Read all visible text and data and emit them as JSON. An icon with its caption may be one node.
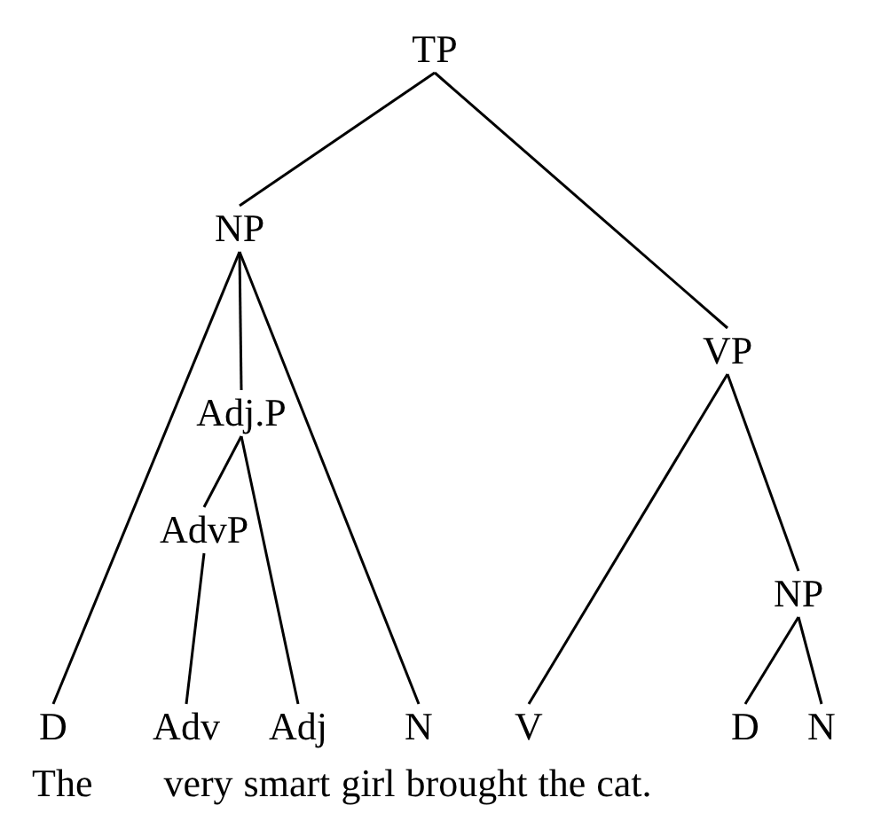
{
  "diagram": {
    "nodes": [
      {
        "text": [
          "TP"
        ]
      },
      {
        "text": [
          "NP"
        ]
      },
      {
        "text": [
          "VP"
        ]
      },
      {
        "text": [
          "Adj.P"
        ]
      },
      {
        "text": [
          "AdvP"
        ]
      },
      {
        "text": [
          "NP"
        ]
      },
      {
        "text": [
          "D"
        ]
      },
      {
        "text": [
          "Adv"
        ]
      },
      {
        "text": [
          "Adj"
        ]
      },
      {
        "text": [
          "N"
        ]
      },
      {
        "text": [
          "V"
        ]
      },
      {
        "text": [
          "D"
        ]
      },
      {
        "text": [
          "N"
        ]
      }
    ],
    "edges": [
      {
        "from": 0,
        "to": 1,
        "arrow": "none"
      },
      {
        "from": 0,
        "to": 2,
        "arrow": "none"
      },
      {
        "from": 1,
        "to": 6,
        "arrow": "none"
      },
      {
        "from": 1,
        "to": 3,
        "arrow": "none"
      },
      {
        "from": 1,
        "to": 9,
        "arrow": "none"
      },
      {
        "from": 3,
        "to": 4,
        "arrow": "none"
      },
      {
        "from": 3,
        "to": 8,
        "arrow": "none"
      },
      {
        "from": 4,
        "to": 7,
        "arrow": "none"
      },
      {
        "from": 2,
        "to": 10,
        "arrow": "none"
      },
      {
        "from": 2,
        "to": 5,
        "arrow": "none"
      },
      {
        "from": 5,
        "to": 11,
        "arrow": "none"
      },
      {
        "from": 5,
        "to": 12,
        "arrow": "none"
      }
    ],
    "labels": [
      "The",
      "very",
      "smart",
      "girl",
      "brought",
      "the",
      "cat."
    ]
  }
}
